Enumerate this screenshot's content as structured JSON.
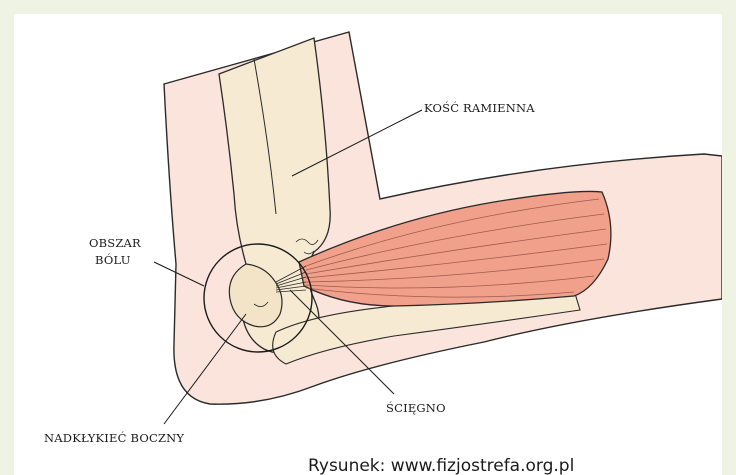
{
  "labels": {
    "humerus": "KOŚĆ RAMIENNA",
    "pain_area_line1": "OBSZAR",
    "pain_area_line2": "BÓLU",
    "lateral_epicondyle": "NADKŁYKIEĆ BOCZNY",
    "tendon": "ŚCIĘGNO"
  },
  "credit": "Rysunek: www.fizjostrefa.org.pl",
  "colors": {
    "page_background": "#eef3e4",
    "skin": "#fbe4dc",
    "bone": "#f6ead2",
    "muscle": "#f1a08b",
    "outline": "#2a2a2a"
  }
}
